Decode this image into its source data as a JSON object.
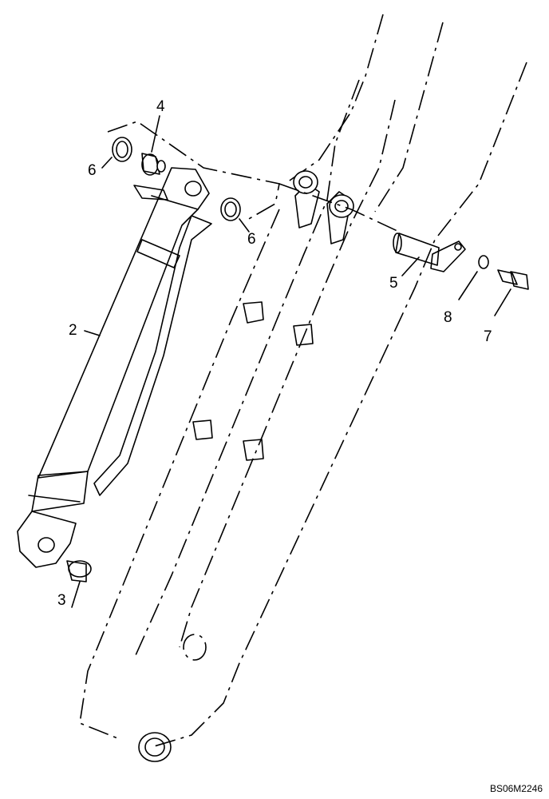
{
  "callouts": [
    {
      "id": "c1",
      "text": "4"
    },
    {
      "id": "c2",
      "text": "6"
    },
    {
      "id": "c3",
      "text": "6"
    },
    {
      "id": "c4",
      "text": "2"
    },
    {
      "id": "c5",
      "text": "3"
    },
    {
      "id": "c6",
      "text": "5"
    },
    {
      "id": "c7",
      "text": "8"
    },
    {
      "id": "c8",
      "text": "7"
    }
  ],
  "drawing_code": "BS06M2246",
  "colors": {
    "ink": "#000000",
    "paper": "#ffffff"
  }
}
